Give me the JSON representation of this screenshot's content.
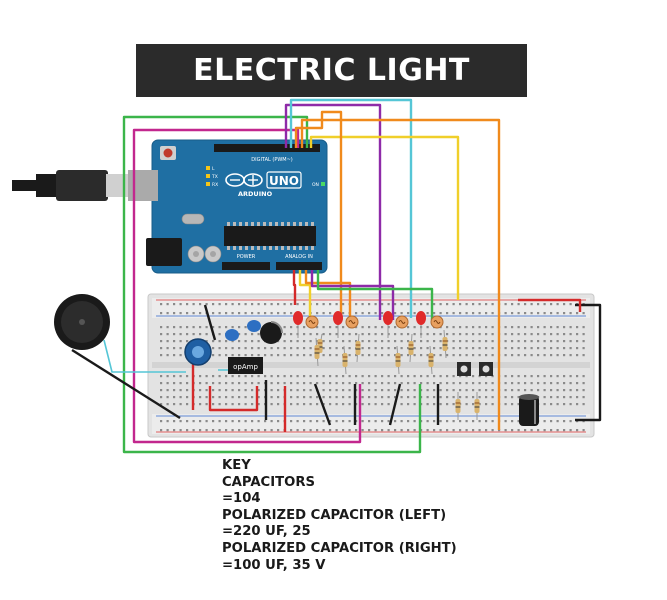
{
  "title": "ELECTRIC LIGHT PIANO",
  "board": {
    "brand": "UNO",
    "maker": "ARDUINO",
    "digital_header": "DIGITAL (PWM~)",
    "power_header": "POWER",
    "analog_header": "ANALOG IN",
    "tx_label": "TX",
    "rx_label": "RX",
    "l_label": "L",
    "on_label": "ON"
  },
  "opamp_label": "opAmp",
  "key": {
    "heading": "KEY",
    "lines": [
      "CAPACITORS",
      "=104",
      "POLARIZED CAPACITOR (LEFT)",
      "=220 UF, 25",
      "POLARIZED CAPACITOR (RIGHT)",
      "=100 UF, 35 V"
    ]
  },
  "colors": {
    "title_bg": "#2b2b2b",
    "board_blue": "#1f6fa3",
    "breadboard": "#e3e3e3",
    "wire_green": "#3bb54a",
    "wire_red": "#d42a2a",
    "wire_purple": "#8e2aa8",
    "wire_cyan": "#55c6d6",
    "wire_orange": "#f08a1c",
    "wire_yellow": "#f0cf2a",
    "wire_black": "#1a1a1a"
  }
}
